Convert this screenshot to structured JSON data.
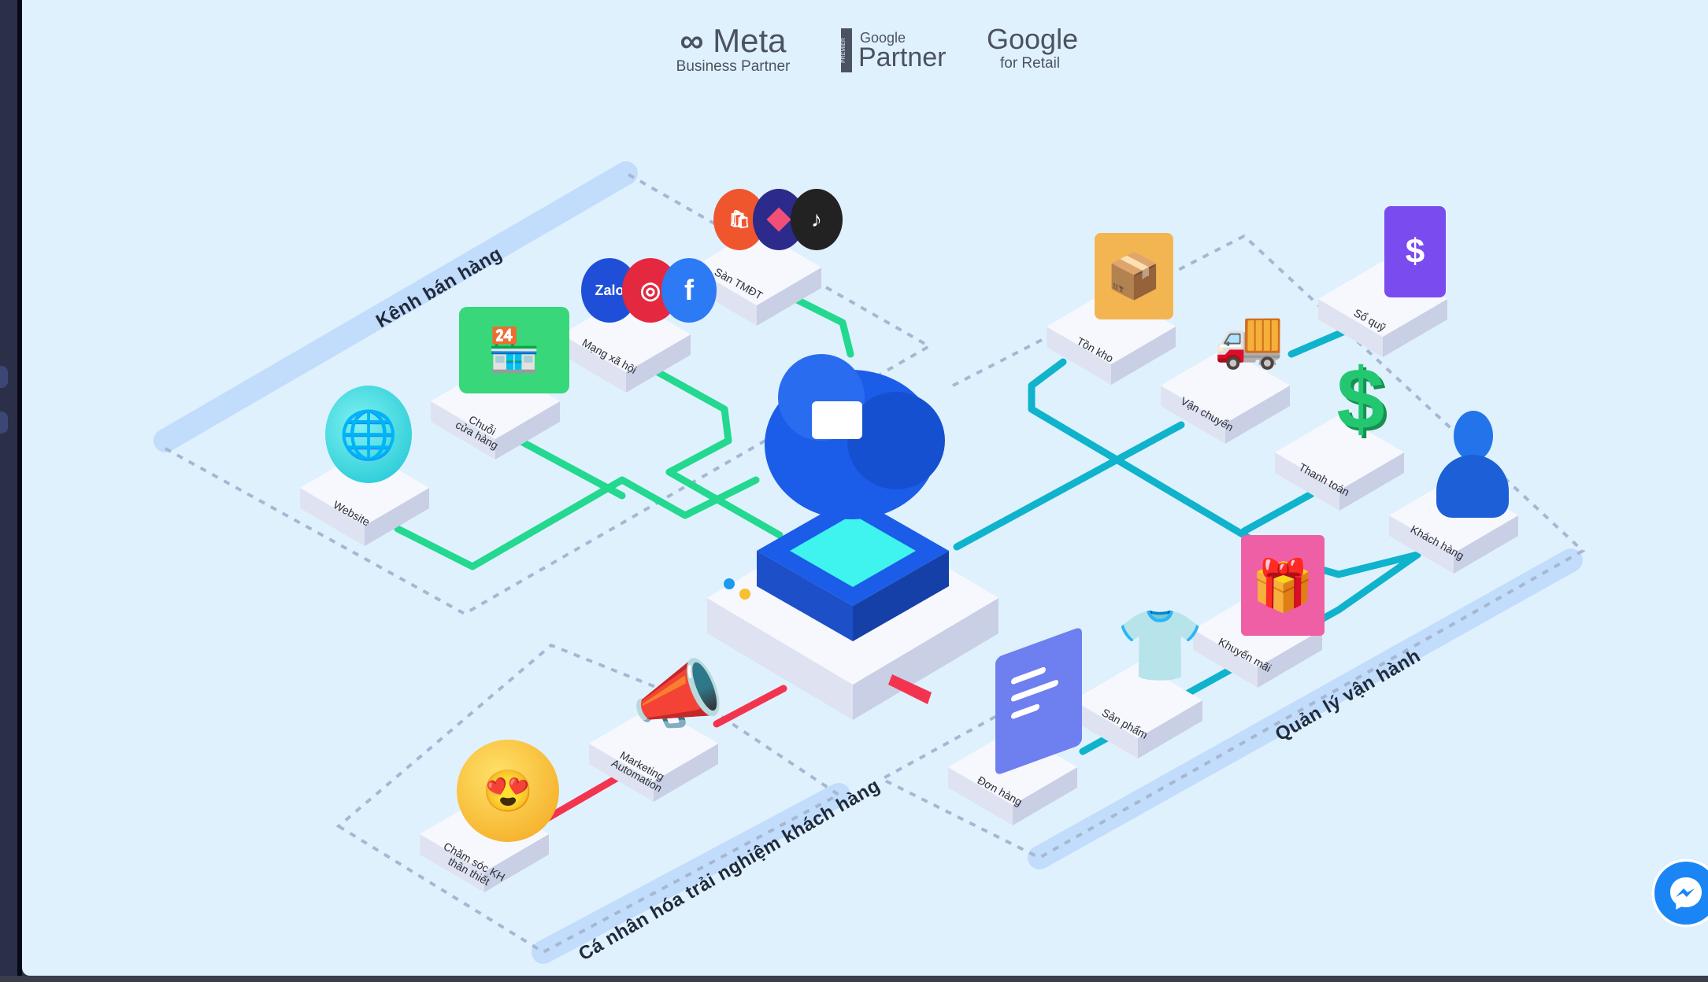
{
  "partners": {
    "meta": {
      "name": "Meta",
      "sub": "Business Partner"
    },
    "google_partner": {
      "badge": "PREMIER",
      "top": "Google",
      "name": "Partner"
    },
    "google_retail": {
      "name": "Google",
      "sub": "for Retail"
    }
  },
  "sections": {
    "sales_channels": "Kênh bán hàng",
    "operations": "Quản lý vận hành",
    "personalization": "Cá nhân hóa trải nghiệm khách hàng"
  },
  "nodes": {
    "website": "Website",
    "store_chain": "Chuỗi\ncửa hàng",
    "social": "Mạng xã hội",
    "marketplace": "Sàn TMĐT",
    "inventory": "Tồn kho",
    "shipping": "Vận chuyển",
    "cashbook": "Sổ quỹ",
    "payment": "Thanh toán",
    "customers": "Khách hàng",
    "promotions": "Khuyến mãi",
    "products": "Sản phẩm",
    "orders": "Đơn hàng",
    "marketing": "Marketing\nAutomation",
    "loyalty": "Chăm sóc KH\nthân thiết"
  },
  "social_icons": {
    "zalo": "Zalo",
    "instagram": "◎",
    "facebook": "f"
  },
  "icons": {
    "cashbook": "$",
    "payment": "$"
  },
  "colors": {
    "background": "#e0f1fe",
    "green_line": "#23d88f",
    "teal_line": "#0fb3cc",
    "red_line": "#f2344f",
    "hub_blue": "#1b5de8",
    "messenger": "#1a86f5"
  }
}
